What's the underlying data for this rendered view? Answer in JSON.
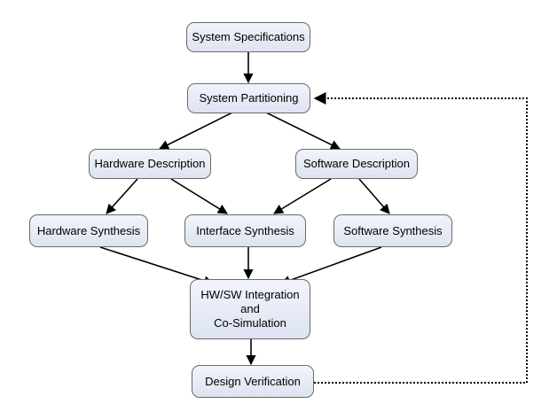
{
  "nodes": {
    "system_specifications": "System Specifications",
    "system_partitioning": "System Partitioning",
    "hardware_description": "Hardware Description",
    "software_description": "Software Description",
    "hardware_synthesis": "Hardware Synthesis",
    "interface_synthesis": "Interface Synthesis",
    "software_synthesis": "Software Synthesis",
    "integration": [
      "HW/SW Integration",
      "and",
      "Co-Simulation"
    ],
    "design_verification": "Design Verification"
  },
  "edges": [
    {
      "from": "system_specifications",
      "to": "system_partitioning",
      "style": "solid"
    },
    {
      "from": "system_partitioning",
      "to": "hardware_description",
      "style": "solid"
    },
    {
      "from": "system_partitioning",
      "to": "software_description",
      "style": "solid"
    },
    {
      "from": "hardware_description",
      "to": "hardware_synthesis",
      "style": "solid"
    },
    {
      "from": "hardware_description",
      "to": "interface_synthesis",
      "style": "solid"
    },
    {
      "from": "software_description",
      "to": "interface_synthesis",
      "style": "solid"
    },
    {
      "from": "software_description",
      "to": "software_synthesis",
      "style": "solid"
    },
    {
      "from": "hardware_synthesis",
      "to": "integration",
      "style": "solid"
    },
    {
      "from": "interface_synthesis",
      "to": "integration",
      "style": "solid"
    },
    {
      "from": "software_synthesis",
      "to": "integration",
      "style": "solid"
    },
    {
      "from": "integration",
      "to": "design_verification",
      "style": "solid"
    },
    {
      "from": "design_verification",
      "to": "system_partitioning",
      "style": "dotted"
    }
  ],
  "colors": {
    "node_fill_top": "#f1f4fb",
    "node_fill_bottom": "#dde3f1",
    "node_border": "#6a6a6a",
    "edge": "#000000"
  }
}
